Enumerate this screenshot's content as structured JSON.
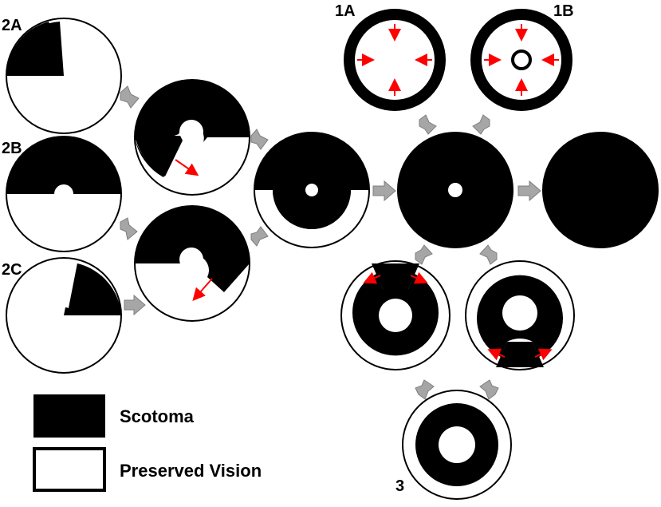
{
  "labels": {
    "panel_2a": "2A",
    "panel_2b": "2B",
    "panel_2c": "2C",
    "panel_1a": "1A",
    "panel_1b": "1B",
    "panel_3": "3"
  },
  "legend": {
    "scotoma": "Scotoma",
    "preserved": "Preserved Vision"
  },
  "colors": {
    "scotoma": "#000000",
    "preserved": "#ffffff",
    "flow_arrow": "#a6a6a6",
    "progression_arrow": "#ff0000"
  }
}
